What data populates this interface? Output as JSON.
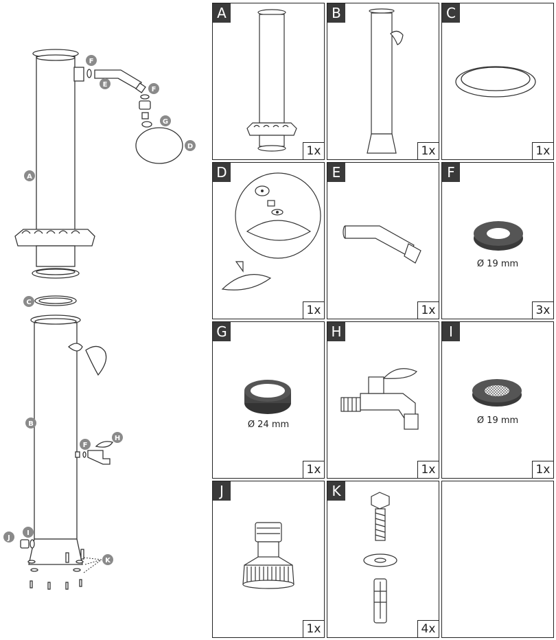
{
  "exploded_view": {
    "callouts": {
      "A": "A",
      "B": "B",
      "C": "C",
      "D": "D",
      "E": "E",
      "F": "F",
      "G": "G",
      "H": "H",
      "I": "I",
      "J": "J",
      "K": "K"
    }
  },
  "parts": [
    {
      "letter": "A",
      "qty": "1x",
      "size": ""
    },
    {
      "letter": "B",
      "qty": "1x",
      "size": ""
    },
    {
      "letter": "C",
      "qty": "1x",
      "size": ""
    },
    {
      "letter": "D",
      "qty": "1x",
      "size": ""
    },
    {
      "letter": "E",
      "qty": "1x",
      "size": ""
    },
    {
      "letter": "F",
      "qty": "3x",
      "size": "Ø 19 mm"
    },
    {
      "letter": "G",
      "qty": "1x",
      "size": "Ø 24 mm"
    },
    {
      "letter": "H",
      "qty": "1x",
      "size": ""
    },
    {
      "letter": "I",
      "qty": "1x",
      "size": "Ø 19 mm"
    },
    {
      "letter": "J",
      "qty": "1x",
      "size": ""
    },
    {
      "letter": "K",
      "qty": "4x",
      "size": ""
    },
    {
      "letter": "",
      "qty": "",
      "size": ""
    }
  ]
}
